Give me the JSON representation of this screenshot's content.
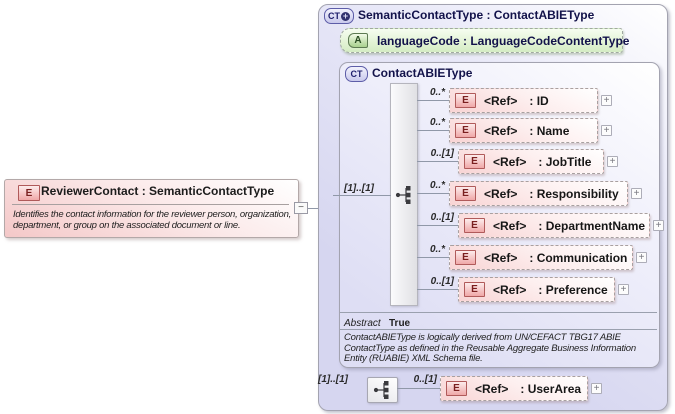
{
  "glyphs": {
    "collapse": "−",
    "expand": "+",
    "badge_plus": "+"
  },
  "colors": {
    "element_pink": "#f8d4d4",
    "attribute_green": "#d4ecc4",
    "complex_type_lavender": "#d6d6f0",
    "element_badge_border": "#b05a5a",
    "type_badge_border": "#5d5da8"
  },
  "left_element": {
    "badge": "E",
    "title": "ReviewerContact : SemanticContactType",
    "description": "Identifies the contact information for the reviewer person, organization, department, or group on the associated document or line."
  },
  "semantic_type": {
    "badge": "CT",
    "title": "SemanticContactType : ContactABIEType",
    "attribute": {
      "badge": "A",
      "title": "languageCode : LanguageCodeContentType"
    },
    "contact_abie": {
      "badge": "CT",
      "title": "ContactABIEType",
      "sequence_cardinality": "[1]..[1]",
      "elements": [
        {
          "cardinality": "0..*",
          "badge": "E",
          "ref": "<Ref>",
          "name": ": ID"
        },
        {
          "cardinality": "0..*",
          "badge": "E",
          "ref": "<Ref>",
          "name": ": Name"
        },
        {
          "cardinality": "0..[1]",
          "badge": "E",
          "ref": "<Ref>",
          "name": ": JobTitle"
        },
        {
          "cardinality": "0..*",
          "badge": "E",
          "ref": "<Ref>",
          "name": ": Responsibility"
        },
        {
          "cardinality": "0..[1]",
          "badge": "E",
          "ref": "<Ref>",
          "name": ": DepartmentName"
        },
        {
          "cardinality": "0..*",
          "badge": "E",
          "ref": "<Ref>",
          "name": ": Communication"
        },
        {
          "cardinality": "0..[1]",
          "badge": "E",
          "ref": "<Ref>",
          "name": ": Preference"
        }
      ],
      "abstract_label": "Abstract",
      "abstract_value": "True",
      "note": "ContactABIEType is logically derived from UN/CEFACT TBG17 ABIE ContactType as defined in the Reusable Aggregate Business Information Entity (RUABIE) XML Schema file."
    },
    "user_area": {
      "sequence_cardinality": "[1]..[1]",
      "cardinality": "0..[1]",
      "badge": "E",
      "ref": "<Ref>",
      "name": ": UserArea"
    }
  }
}
